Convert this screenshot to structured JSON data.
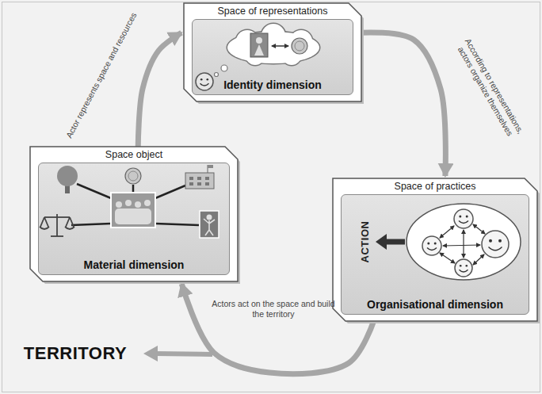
{
  "diagram": {
    "nodes": [
      {
        "text": [
          "Space of representations"
        ]
      },
      {
        "text": [
          "Identity dimension"
        ],
        "in": 0
      },
      {
        "text": [
          "Space object"
        ]
      },
      {
        "text": [
          "Material dimension"
        ],
        "in": 2
      },
      {
        "text": [
          "Space of practices"
        ]
      },
      {
        "text": [
          "Organisational dimension"
        ],
        "in": 4
      }
    ],
    "edges": [
      {
        "from": 2,
        "to": 0,
        "arrow": "to",
        "label": "Actor represents space and resources"
      },
      {
        "from": 0,
        "to": 4,
        "arrow": "to",
        "label": "According to representations, actors organize themselves"
      },
      {
        "from": 4,
        "to": 2,
        "arrow": "to",
        "label": "Actors act on the space and build the territory"
      }
    ],
    "labels": [
      "ACTION",
      "TERRITORY"
    ]
  }
}
